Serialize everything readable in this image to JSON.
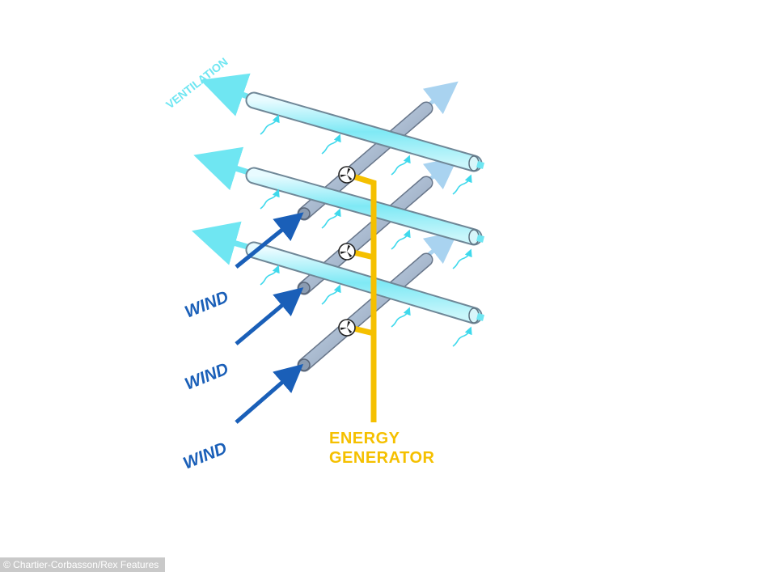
{
  "diagram": {
    "ventilation_label": "VENTILATION",
    "wind_labels": [
      "WIND",
      "WIND",
      "WIND"
    ],
    "energy_label_line1": "ENERGY",
    "energy_label_line2": "GENERATOR"
  },
  "credit": "© Chartier-Corbasson/Rex Features",
  "colors": {
    "wind_arrow": "#1a5fb8",
    "ventilation": "#6fe6f2",
    "generator": "#f5c000",
    "pipe": "#aebfd4"
  },
  "icons": [
    "turbine-icon",
    "air-current-icon",
    "arrow-icon"
  ]
}
